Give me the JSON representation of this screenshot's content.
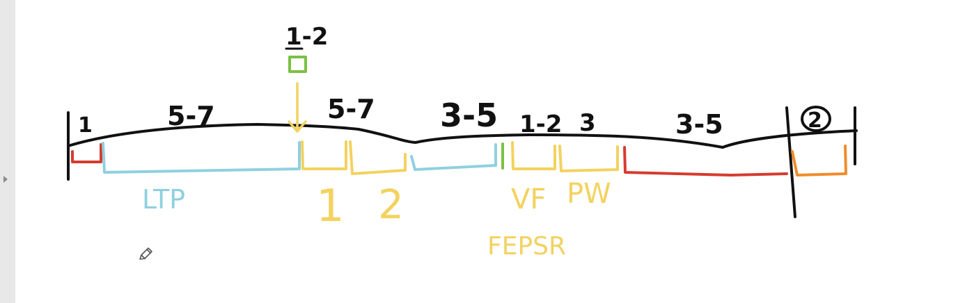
{
  "colors": {
    "black": "#111111",
    "blue": "#8fd0e0",
    "yellow": "#f3d25f",
    "green": "#7bc043",
    "red": "#d63b2f",
    "orange": "#f08c2a"
  },
  "tools": {
    "pencil_icon": "pencil-icon"
  },
  "diagram": {
    "top_marker": {
      "label": "1-2"
    },
    "number_labels": [
      {
        "id": "n1",
        "text": "1"
      },
      {
        "id": "n2",
        "text": "5-7"
      },
      {
        "id": "n3",
        "text": "5-7"
      },
      {
        "id": "n4",
        "text": "3-5"
      },
      {
        "id": "n5",
        "text": "1-2"
      },
      {
        "id": "n6",
        "text": "3"
      },
      {
        "id": "n7",
        "text": "3-5"
      },
      {
        "id": "n8",
        "text": "2"
      }
    ],
    "segment_labels": [
      {
        "id": "ltp",
        "text": "LTP"
      },
      {
        "id": "one",
        "text": "1"
      },
      {
        "id": "two",
        "text": "2"
      },
      {
        "id": "vf",
        "text": "VF"
      },
      {
        "id": "pw",
        "text": "PW"
      },
      {
        "id": "fepsr",
        "text": "FEPSR"
      }
    ]
  }
}
